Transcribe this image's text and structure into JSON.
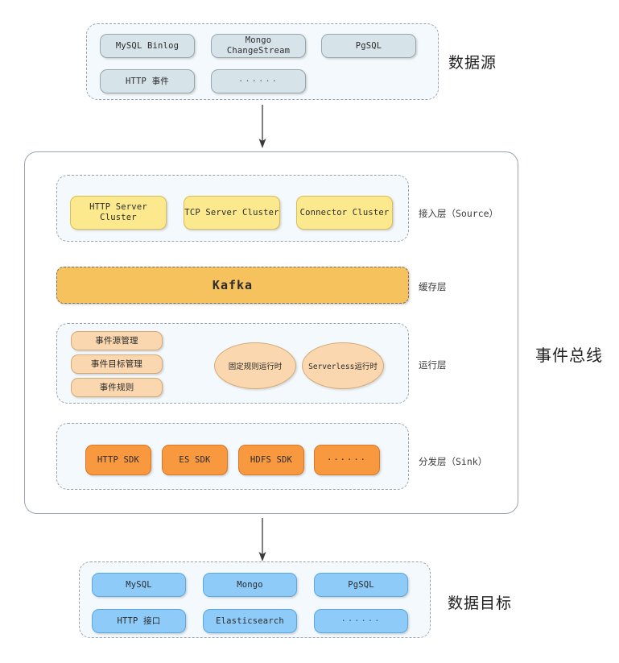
{
  "diagram": {
    "title_event_bus": "事件总线",
    "source_section": {
      "label": "数据源",
      "nodes": [
        "MySQL Binlog",
        "Mongo ChangeStream",
        "PgSQL",
        "HTTP 事件",
        "······"
      ]
    },
    "bus": {
      "layers": [
        {
          "name": "ingest",
          "side_label": "接入层（Source）",
          "nodes": [
            "HTTP Server Cluster",
            "TCP Server Cluster",
            "Connector Cluster"
          ]
        },
        {
          "name": "cache",
          "side_label": "缓存层",
          "nodes": [
            "Kafka"
          ]
        },
        {
          "name": "runtime",
          "side_label": "运行层",
          "nodes": [
            "事件源管理",
            "事件目标管理",
            "事件规则"
          ],
          "ellipses": [
            "固定规则运行时",
            "Serverless运行时"
          ]
        },
        {
          "name": "sink",
          "side_label": "分发层（Sink）",
          "nodes": [
            "HTTP SDK",
            "ES SDK",
            "HDFS SDK",
            "······"
          ]
        }
      ]
    },
    "target_section": {
      "label": "数据目标",
      "nodes": [
        "MySQL",
        "Mongo",
        "PgSQL",
        "HTTP 接口",
        "Elasticsearch",
        "······"
      ]
    },
    "arrows": [
      {
        "name": "source-to-bus"
      },
      {
        "name": "bus-to-target"
      }
    ],
    "colors": {
      "source_node": "#d6e4ea",
      "target_node": "#8ecbf8",
      "ingest_node": "#fce98d",
      "kafka": "#f5c25e",
      "runtime_node": "#fad7ae",
      "sink_node": "#f8983f",
      "group_bg": "#f4f9fd",
      "stroke": "#9aa3ad"
    }
  }
}
